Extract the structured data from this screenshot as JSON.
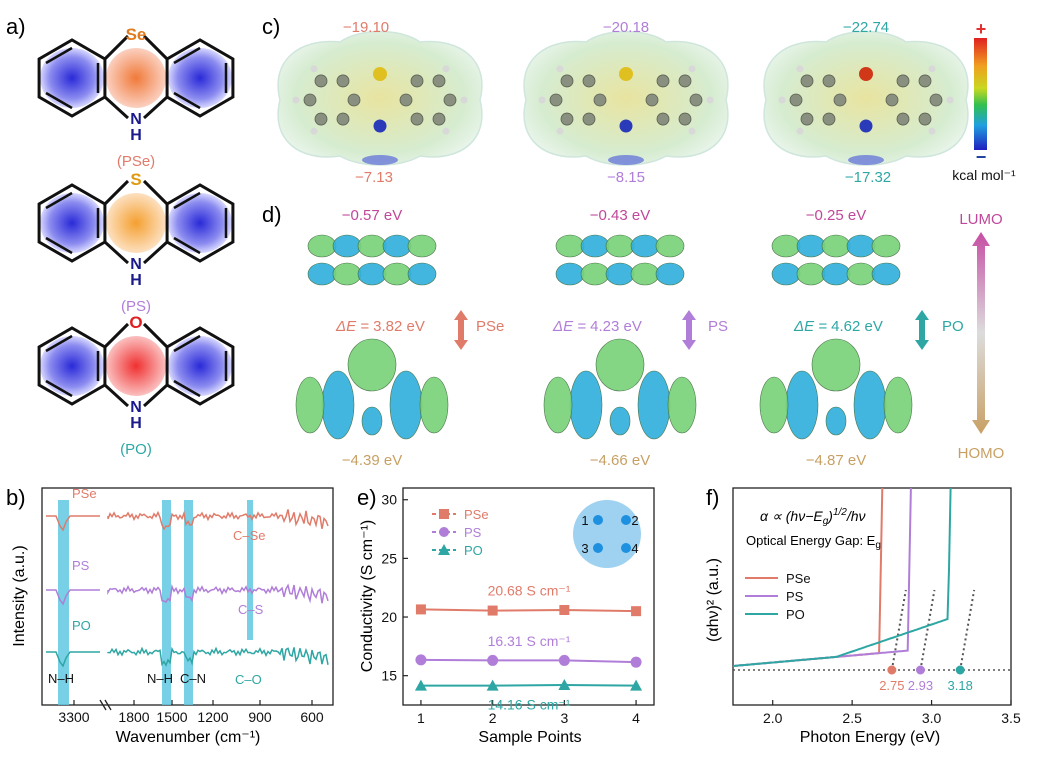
{
  "panel_labels": [
    "a)",
    "b)",
    "c)",
    "d)",
    "e)",
    "f)"
  ],
  "colors": {
    "pse": "#e07b6a",
    "ps": "#b07ed8",
    "po": "#2ea7a4",
    "lumo": "#c0479a",
    "homo": "#c8a064",
    "scale_max": "#e23030",
    "scale_min": "#2040a0"
  },
  "molecules": [
    {
      "heteroatom": "Se",
      "nh": "N\nH",
      "name": "(PSe)"
    },
    {
      "heteroatom": "S",
      "nh": "N\nH",
      "name": "(PS)"
    },
    {
      "heteroatom": "O",
      "nh": "N\nH",
      "name": "(PO)"
    }
  ],
  "nh_text": {
    "n": "N",
    "h": "H"
  },
  "esp": {
    "top_values": [
      "−19.10",
      "−20.18",
      "−22.74"
    ],
    "bottom_values": [
      "−7.13",
      "−8.15",
      "−17.32"
    ],
    "scale_plus": "+",
    "scale_minus": "−",
    "unit": "kcal mol⁻¹"
  },
  "orbitals": {
    "lumo_values": [
      "−0.57 eV",
      "−0.43 eV",
      "−0.25 eV"
    ],
    "homo_values": [
      "−4.39 eV",
      "−4.66 eV",
      "−4.87 eV"
    ],
    "gap_prefix": "ΔE = ",
    "gaps": [
      "3.82 eV",
      "4.23 eV",
      "4.62 eV"
    ],
    "names": [
      "PSe",
      "PS",
      "PO"
    ],
    "lumo_label": "LUMO",
    "homo_label": "HOMO"
  },
  "chart_data": [
    {
      "panel": "b",
      "type": "line",
      "xlabel": "Wavenumber (cm⁻¹)",
      "ylabel": "Intensity (a.u.)",
      "x_ticks": [
        "3300",
        "1800",
        "1500",
        "1200",
        "900",
        "600"
      ],
      "series": [
        {
          "name": "PSe"
        },
        {
          "name": "PS"
        },
        {
          "name": "PO"
        }
      ],
      "annotations": [
        "N–H",
        "N–H",
        "C–N",
        "C–Se",
        "C–S",
        "C–O"
      ]
    },
    {
      "panel": "e",
      "type": "line",
      "xlabel": "Sample Points",
      "ylabel": "Conductivity  (S cm⁻¹)",
      "x": [
        1,
        2,
        3,
        4
      ],
      "xlim": [
        0.75,
        4.25
      ],
      "ylim": [
        12.5,
        31
      ],
      "y_ticks": [
        15,
        20,
        25,
        30
      ],
      "series": [
        {
          "name": "PSe",
          "values": [
            20.65,
            20.55,
            20.6,
            20.5
          ],
          "label": "20.68 S cm⁻¹"
        },
        {
          "name": "PS",
          "values": [
            16.35,
            16.3,
            16.3,
            16.15
          ],
          "label": "16.31 S cm⁻¹"
        },
        {
          "name": "PO",
          "values": [
            14.15,
            14.15,
            14.2,
            14.15
          ],
          "label": "14.16 S cm⁻¹"
        }
      ],
      "inset_points": [
        "1",
        "2",
        "3",
        "4"
      ]
    },
    {
      "panel": "f",
      "type": "line",
      "xlabel": "Photon Energy (eV)",
      "ylabel": "(αhν)² (a.u.)",
      "x_ticks": [
        2.0,
        2.5,
        3.0,
        3.5
      ],
      "xlim": [
        1.75,
        3.5
      ],
      "series": [
        {
          "name": "PSe",
          "band_gap": 2.75
        },
        {
          "name": "PS",
          "band_gap": 2.93
        },
        {
          "name": "PO",
          "band_gap": 3.18
        }
      ],
      "gap_labels": [
        "2.75",
        "2.93",
        "3.18"
      ],
      "annotation_1": "α ∝ (hν−E",
      "annotation_1_sub": "g",
      "annotation_1_tail": ")",
      "annotation_1_sup": "1/2",
      "annotation_1_end": "/hν",
      "annotation_2": "Optical Energy Gap: E",
      "annotation_2_sub": "g"
    }
  ]
}
